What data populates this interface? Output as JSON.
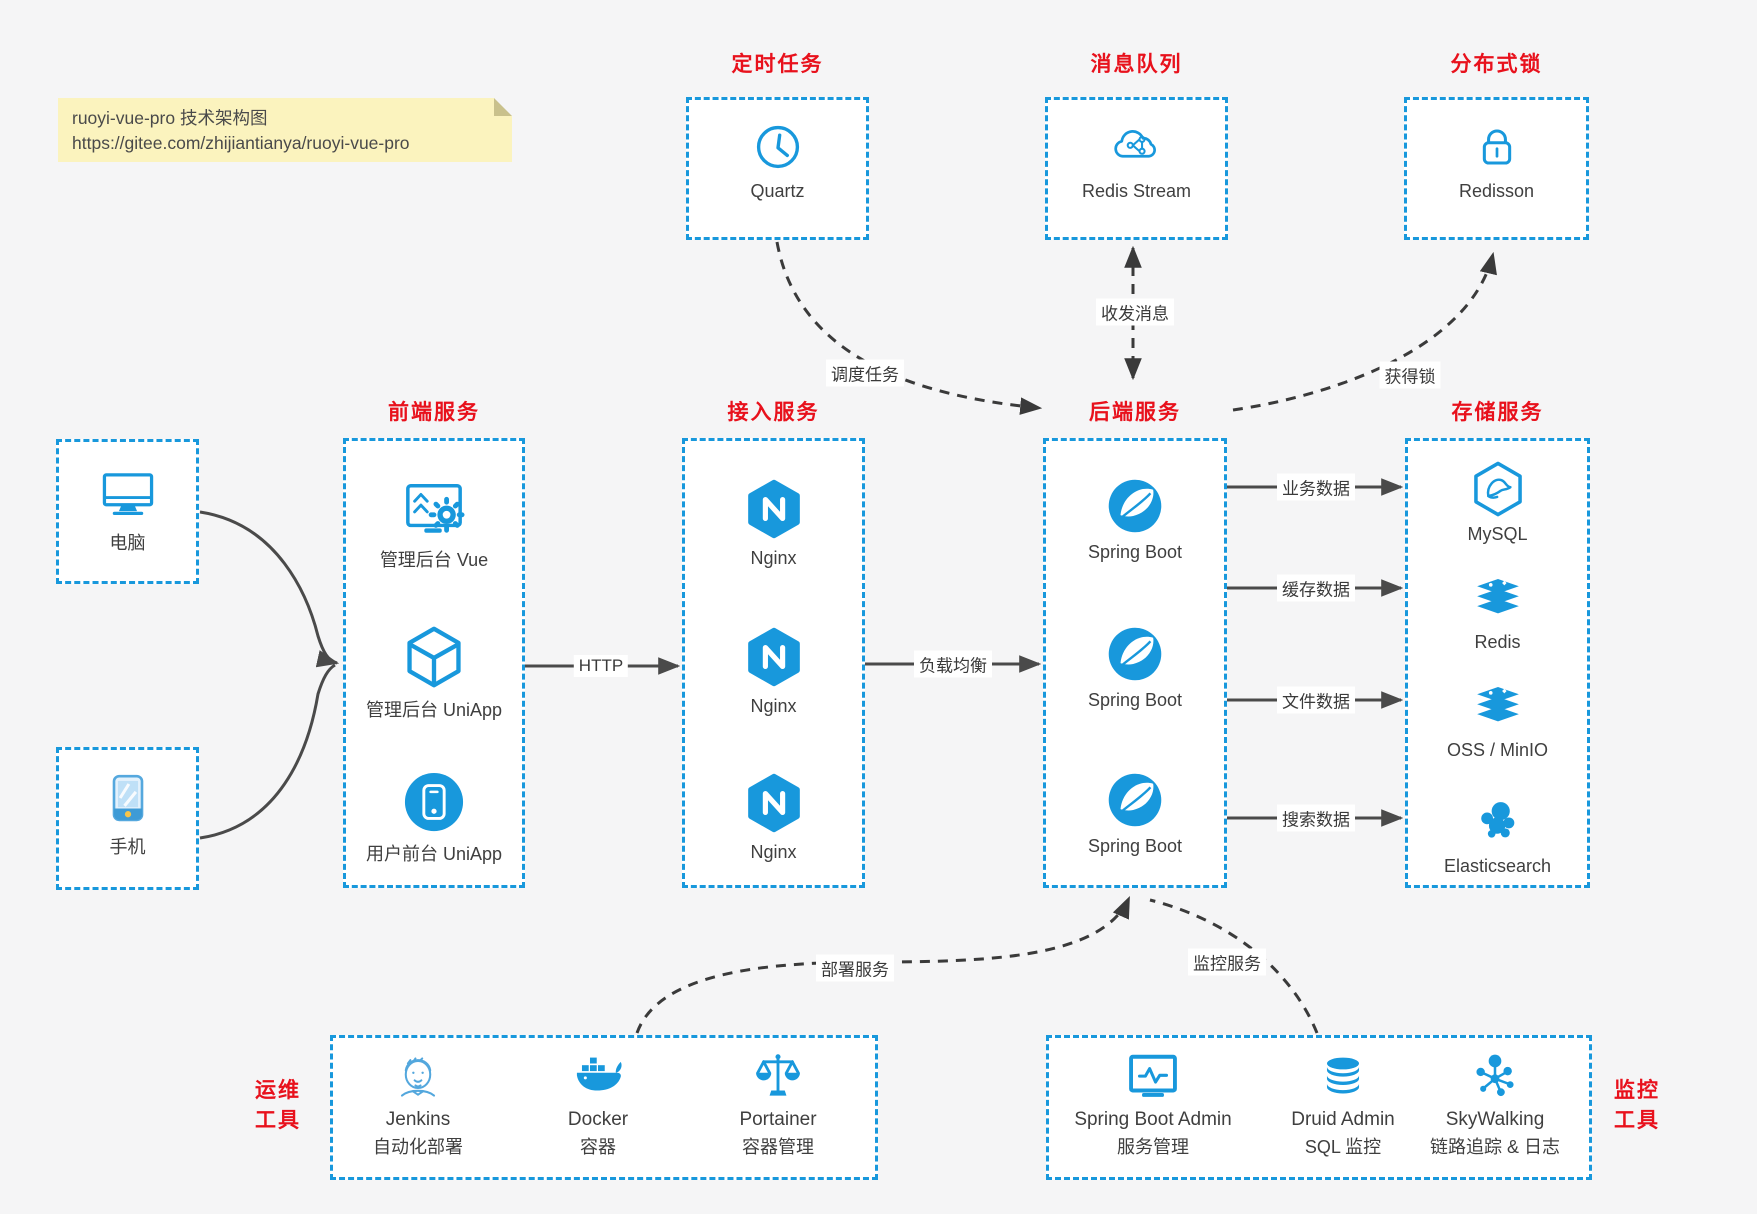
{
  "colors": {
    "accent": "#1898DC",
    "title_red": "#E8111C",
    "arrow_dark": "#4a4a4a",
    "dashed_arrow": "#3a3a3a",
    "note_bg": "#FBF3BE",
    "canvas_bg": "#f5f5f6"
  },
  "note": {
    "line1": "ruoyi-vue-pro 技术架构图",
    "line2": "https://gitee.com/zhijiantianya/ruoyi-vue-pro"
  },
  "top_groups": {
    "scheduler": {
      "title": "定时任务",
      "item": {
        "label": "Quartz",
        "icon": "clock-icon"
      }
    },
    "mq": {
      "title": "消息队列",
      "item": {
        "label": "Redis Stream",
        "icon": "cloud-network-icon"
      }
    },
    "lock": {
      "title": "分布式锁",
      "item": {
        "label": "Redisson",
        "icon": "lock-icon"
      }
    }
  },
  "clients": {
    "computer": {
      "label": "电脑",
      "icon": "desktop-icon"
    },
    "phone": {
      "label": "手机",
      "icon": "mobile-icon"
    }
  },
  "columns": {
    "frontend": {
      "title": "前端服务",
      "items": [
        {
          "label": "管理后台 Vue",
          "icon": "admin-vue-icon"
        },
        {
          "label": "管理后台 UniApp",
          "icon": "uniapp-cube-icon"
        },
        {
          "label": "用户前台 UniApp",
          "icon": "uniapp-phone-icon"
        }
      ]
    },
    "gateway": {
      "title": "接入服务",
      "items": [
        {
          "label": "Nginx",
          "icon": "nginx-icon"
        },
        {
          "label": "Nginx",
          "icon": "nginx-icon"
        },
        {
          "label": "Nginx",
          "icon": "nginx-icon"
        }
      ]
    },
    "backend": {
      "title": "后端服务",
      "items": [
        {
          "label": "Spring Boot",
          "icon": "spring-icon"
        },
        {
          "label": "Spring Boot",
          "icon": "spring-icon"
        },
        {
          "label": "Spring Boot",
          "icon": "spring-icon"
        }
      ]
    },
    "storage": {
      "title": "存储服务",
      "items": [
        {
          "label": "MySQL",
          "icon": "mysql-icon"
        },
        {
          "label": "Redis",
          "icon": "redis-stack-icon"
        },
        {
          "label": "OSS / MinIO",
          "icon": "oss-stack-icon"
        },
        {
          "label": "Elasticsearch",
          "icon": "elasticsearch-icon"
        }
      ]
    }
  },
  "bottom_groups": {
    "devops": {
      "title_line1": "运维",
      "title_line2": "工具",
      "items": [
        {
          "name": "Jenkins",
          "desc": "自动化部署",
          "icon": "jenkins-icon"
        },
        {
          "name": "Docker",
          "desc": "容器",
          "icon": "docker-icon"
        },
        {
          "name": "Portainer",
          "desc": "容器管理",
          "icon": "portainer-icon"
        }
      ]
    },
    "monitoring": {
      "title_line1": "监控",
      "title_line2": "工具",
      "items": [
        {
          "name": "Spring Boot Admin",
          "desc": "服务管理",
          "icon": "boot-admin-icon"
        },
        {
          "name": "Druid Admin",
          "desc": "SQL 监控",
          "icon": "druid-db-icon"
        },
        {
          "name": "SkyWalking",
          "desc": "链路追踪 & 日志",
          "icon": "skywalking-icon"
        }
      ]
    }
  },
  "edge_labels": {
    "http": "HTTP",
    "load_balance": "负载均衡",
    "biz_data": "业务数据",
    "cache_data": "缓存数据",
    "file_data": "文件数据",
    "search_data": "搜索数据",
    "schedule_task": "调度任务",
    "send_receive": "收发消息",
    "acquire_lock": "获得锁",
    "deploy_service": "部署服务",
    "monitor_service": "监控服务"
  }
}
